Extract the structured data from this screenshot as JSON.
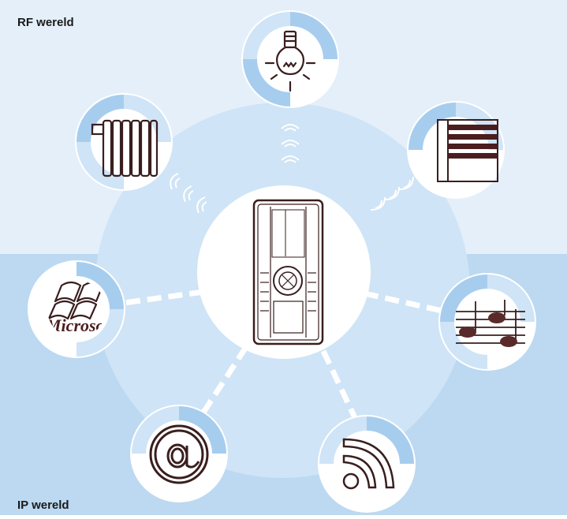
{
  "zones": {
    "rf_label": "RF wereld",
    "ip_label": "IP wereld"
  },
  "colors": {
    "rf_background": "#e4eff9",
    "ip_background": "#bcd9f1",
    "hub_disc": "#cfe4f6",
    "ring_accent": "#a7cdee",
    "link": "#ffffff",
    "icon_stroke": "#3a1e1e",
    "icon_fill": "#5a2a2a"
  },
  "diagram": {
    "center": "remote-control-icon",
    "rf_devices": [
      "lightbulb-icon",
      "radiator-icon",
      "window-blind-icon"
    ],
    "ip_devices": [
      "windows-logo-icon",
      "music-notes-icon",
      "at-sign-icon",
      "rss-feed-icon"
    ],
    "windows_logo_text": "Microsoft"
  }
}
